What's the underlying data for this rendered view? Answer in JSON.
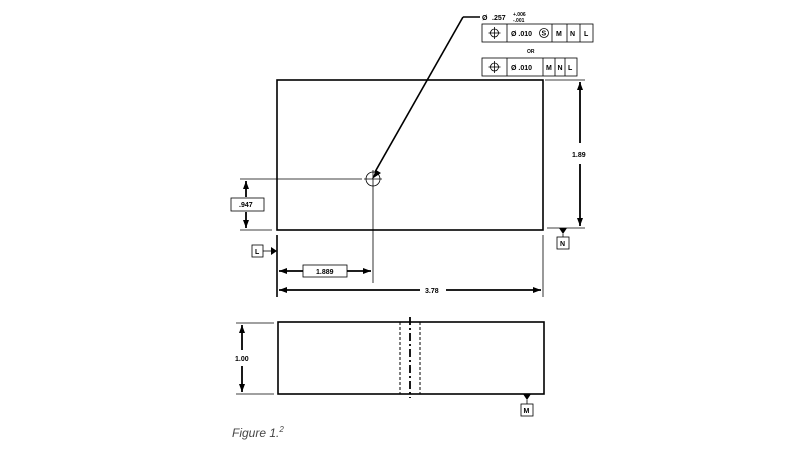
{
  "callout": {
    "diameter_symbol": "Ø",
    "hole_size": ".257",
    "tol_plus": "+.006",
    "tol_minus": "-.001"
  },
  "fcf_primary": {
    "symbol": "position-icon",
    "tolerance": "Ø .010",
    "modifier": "S",
    "datums": [
      "M",
      "N",
      "L"
    ]
  },
  "or_label": "OR",
  "fcf_alternate": {
    "symbol": "position-icon",
    "tolerance": "Ø .010",
    "datums": [
      "M",
      "N",
      "L"
    ]
  },
  "dimensions": {
    "height_top": "1.89",
    "hole_y": ".947",
    "hole_x": "1.889",
    "width": "3.78",
    "thickness": "1.00"
  },
  "datums": {
    "left": "L",
    "bottom_right": "N",
    "bottom_view": "M"
  },
  "caption": {
    "text": "Figure 1.",
    "superscript": "2"
  }
}
